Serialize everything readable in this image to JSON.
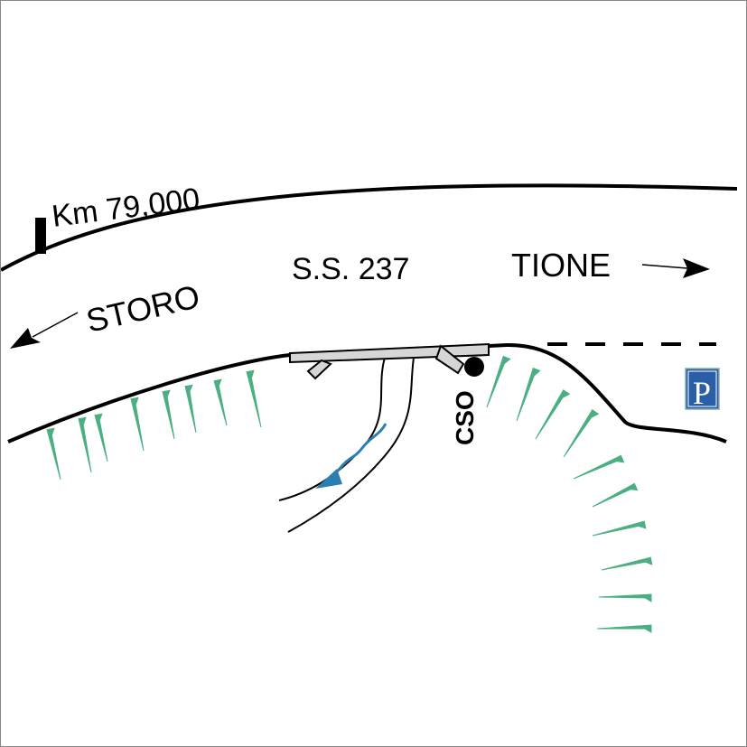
{
  "labels": {
    "km": "Km 79,000",
    "road": "S.S. 237",
    "left_dest": "STORO",
    "right_dest": "TIONE",
    "cso": "CSO",
    "parking": "P"
  },
  "colors": {
    "hachure": "#4caf82",
    "stream": "#2a7fb0",
    "bridge": "#d6d6d6",
    "parking_bg": "#2a5fa8"
  }
}
